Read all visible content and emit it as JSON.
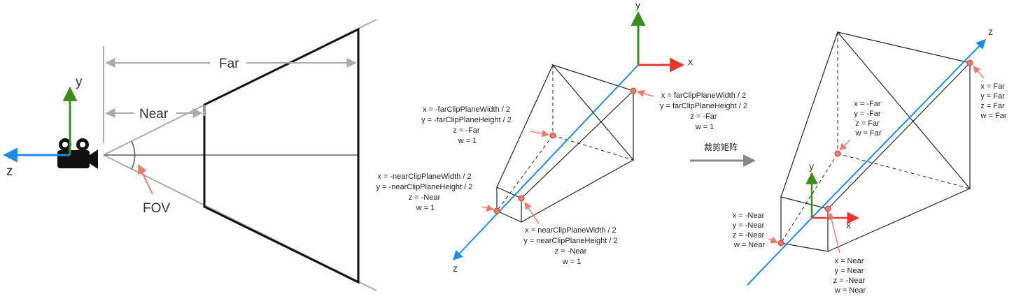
{
  "panel_side": {
    "axis_y": "y",
    "axis_z": "z",
    "far": "Far",
    "near": "Near",
    "fov": "FOV"
  },
  "panel_frustum": {
    "axis_x": "x",
    "axis_y": "y",
    "axis_z": "z",
    "far_top_left": [
      "x = -farClipPlaneWidth / 2",
      "y = -farClipPlaneHeight / 2",
      "z = -Far",
      "w = 1"
    ],
    "far_right": [
      "x = farClipPlaneWidth / 2",
      "y = farClipPlaneHeight / 2",
      "z = -Far",
      "w = 1"
    ],
    "near_left": [
      "x = -nearClipPlaneWidth / 2",
      "y = -nearClipPlaneHeight / 2",
      "z = -Near",
      "w = 1"
    ],
    "near_bottom": [
      "x = nearClipPlaneWidth / 2",
      "y = nearClipPlaneHeight / 2",
      "z = -Near",
      "w = 1"
    ]
  },
  "transform_label": "裁剪矩阵",
  "panel_clip": {
    "axis_x": "x",
    "axis_y": "y",
    "axis_z": "z",
    "far_right": [
      "x = Far",
      "y = Far",
      "z = Far",
      "w = Far"
    ],
    "far_inner": [
      "x = -Far",
      "y = -Far",
      "z = Far",
      "w = Far"
    ],
    "near_left": [
      "x = -Near",
      "y = -Near",
      "z = -Near",
      "w = Near"
    ],
    "near_bottom": [
      "x = Near",
      "y = Near",
      "z = -Near",
      "w = Near"
    ]
  },
  "colors": {
    "blue": "#1e8ae6",
    "green": "#3c8c1e",
    "red": "#e8352e",
    "marker": "#f07a70",
    "gray": "#aaaaaa",
    "dark": "#222222"
  }
}
